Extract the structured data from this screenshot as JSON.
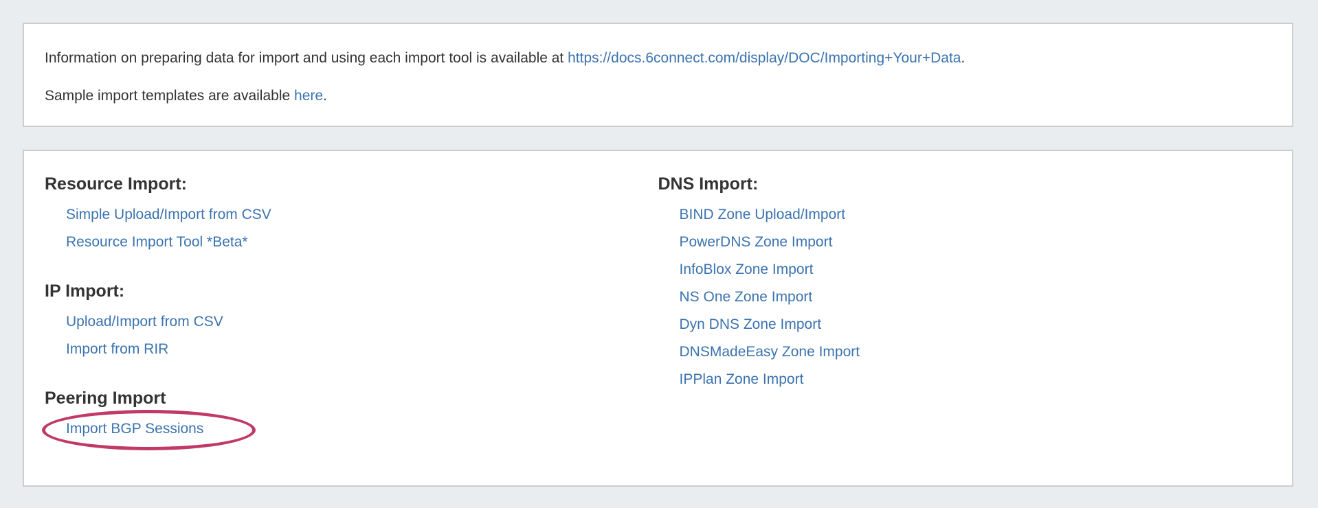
{
  "theme": {
    "page_background": "#e9edf0",
    "panel_background": "#ffffff",
    "panel_border": "#cbcdcf",
    "text_color": "#333333",
    "link_color": "#3b73af",
    "annotation_color": "#c13a66"
  },
  "info_panel": {
    "line1_prefix": "Information on preparing data for import and using each import tool is available at ",
    "line1_link": "https://docs.6connect.com/display/DOC/Importing+Your+Data",
    "line1_suffix": ".",
    "line2_prefix": "Sample import templates are available ",
    "line2_link": "here",
    "line2_suffix": "."
  },
  "import_panel": {
    "columns": [
      {
        "sections": [
          {
            "heading": "Resource Import:",
            "links": [
              "Simple Upload/Import from CSV",
              "Resource Import Tool *Beta*"
            ]
          },
          {
            "heading": "IP Import:",
            "links": [
              "Upload/Import from CSV",
              "Import from RIR"
            ]
          },
          {
            "heading": "Peering Import",
            "links": [
              "Import BGP Sessions"
            ]
          }
        ]
      },
      {
        "sections": [
          {
            "heading": "DNS Import:",
            "links": [
              "BIND Zone Upload/Import",
              "PowerDNS Zone Import",
              "InfoBlox Zone Import",
              "NS One Zone Import",
              "Dyn DNS Zone Import",
              "DNSMadeEasy Zone Import",
              "IPPlan Zone Import"
            ]
          }
        ]
      }
    ]
  },
  "annotation": {
    "shape": "ellipse",
    "around_link": "Import BGP Sessions",
    "color": "#c13a66"
  }
}
